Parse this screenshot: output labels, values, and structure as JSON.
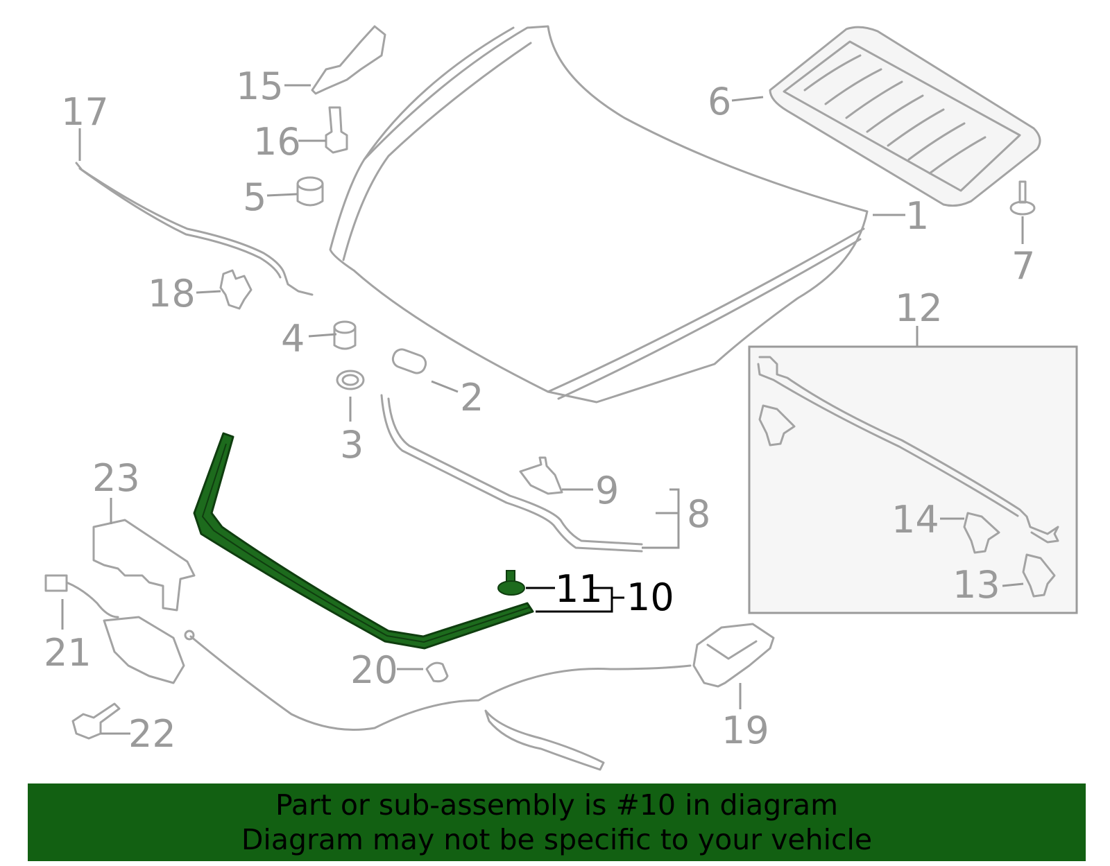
{
  "diagram": {
    "callouts": [
      {
        "id": "1",
        "label": "1"
      },
      {
        "id": "2",
        "label": "2"
      },
      {
        "id": "3",
        "label": "3"
      },
      {
        "id": "4",
        "label": "4"
      },
      {
        "id": "5",
        "label": "5"
      },
      {
        "id": "6",
        "label": "6"
      },
      {
        "id": "7",
        "label": "7"
      },
      {
        "id": "8",
        "label": "8"
      },
      {
        "id": "9",
        "label": "9"
      },
      {
        "id": "10",
        "label": "10"
      },
      {
        "id": "11",
        "label": "11"
      },
      {
        "id": "12",
        "label": "12"
      },
      {
        "id": "13",
        "label": "13"
      },
      {
        "id": "14",
        "label": "14"
      },
      {
        "id": "15",
        "label": "15"
      },
      {
        "id": "16",
        "label": "16"
      },
      {
        "id": "17",
        "label": "17"
      },
      {
        "id": "18",
        "label": "18"
      },
      {
        "id": "19",
        "label": "19"
      },
      {
        "id": "20",
        "label": "20"
      },
      {
        "id": "21",
        "label": "21"
      },
      {
        "id": "22",
        "label": "22"
      },
      {
        "id": "23",
        "label": "23"
      }
    ],
    "highlighted_part": "10",
    "colors": {
      "part_stroke": "#a3a3a3",
      "callout_text": "#9a9a9a",
      "highlight_fill": "#1d6b1d",
      "banner": "#126012"
    }
  },
  "banner": {
    "line1": "Part or sub-assembly is #10 in diagram",
    "line2": "Diagram may not be specific to your vehicle"
  }
}
